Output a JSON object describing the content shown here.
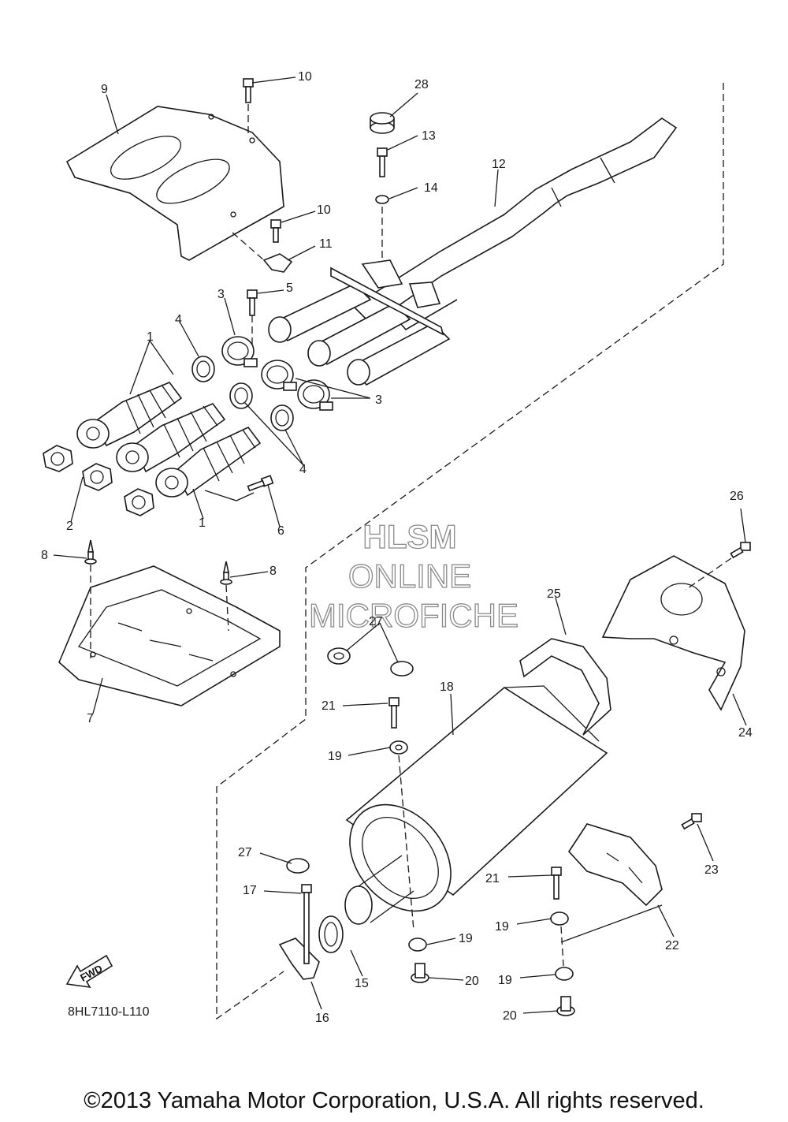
{
  "watermark": {
    "line1": "HLSM",
    "line2": "ONLINE",
    "line3": "MICROFICHE"
  },
  "diagram_code": "8HL7110-L110",
  "fwd_label": "FWD",
  "copyright": "©2013 Yamaha Motor Corporation, U.S.A. All rights reserved.",
  "callouts": {
    "c1a": "1",
    "c1b": "1",
    "c2": "2",
    "c3a": "3",
    "c3b": "3",
    "c4a": "4",
    "c4b": "4",
    "c5": "5",
    "c6": "6",
    "c7": "7",
    "c8a": "8",
    "c8b": "8",
    "c9": "9",
    "c10a": "10",
    "c10b": "10",
    "c11": "11",
    "c12": "12",
    "c13": "13",
    "c14": "14",
    "c15": "15",
    "c16": "16",
    "c17": "17",
    "c18": "18",
    "c19a": "19",
    "c19b": "19",
    "c19c": "19",
    "c19d": "19",
    "c20a": "20",
    "c20b": "20",
    "c21a": "21",
    "c21b": "21",
    "c22": "22",
    "c23": "23",
    "c24": "24",
    "c25": "25",
    "c26": "26",
    "c27a": "27",
    "c27b": "27",
    "c28": "28"
  }
}
